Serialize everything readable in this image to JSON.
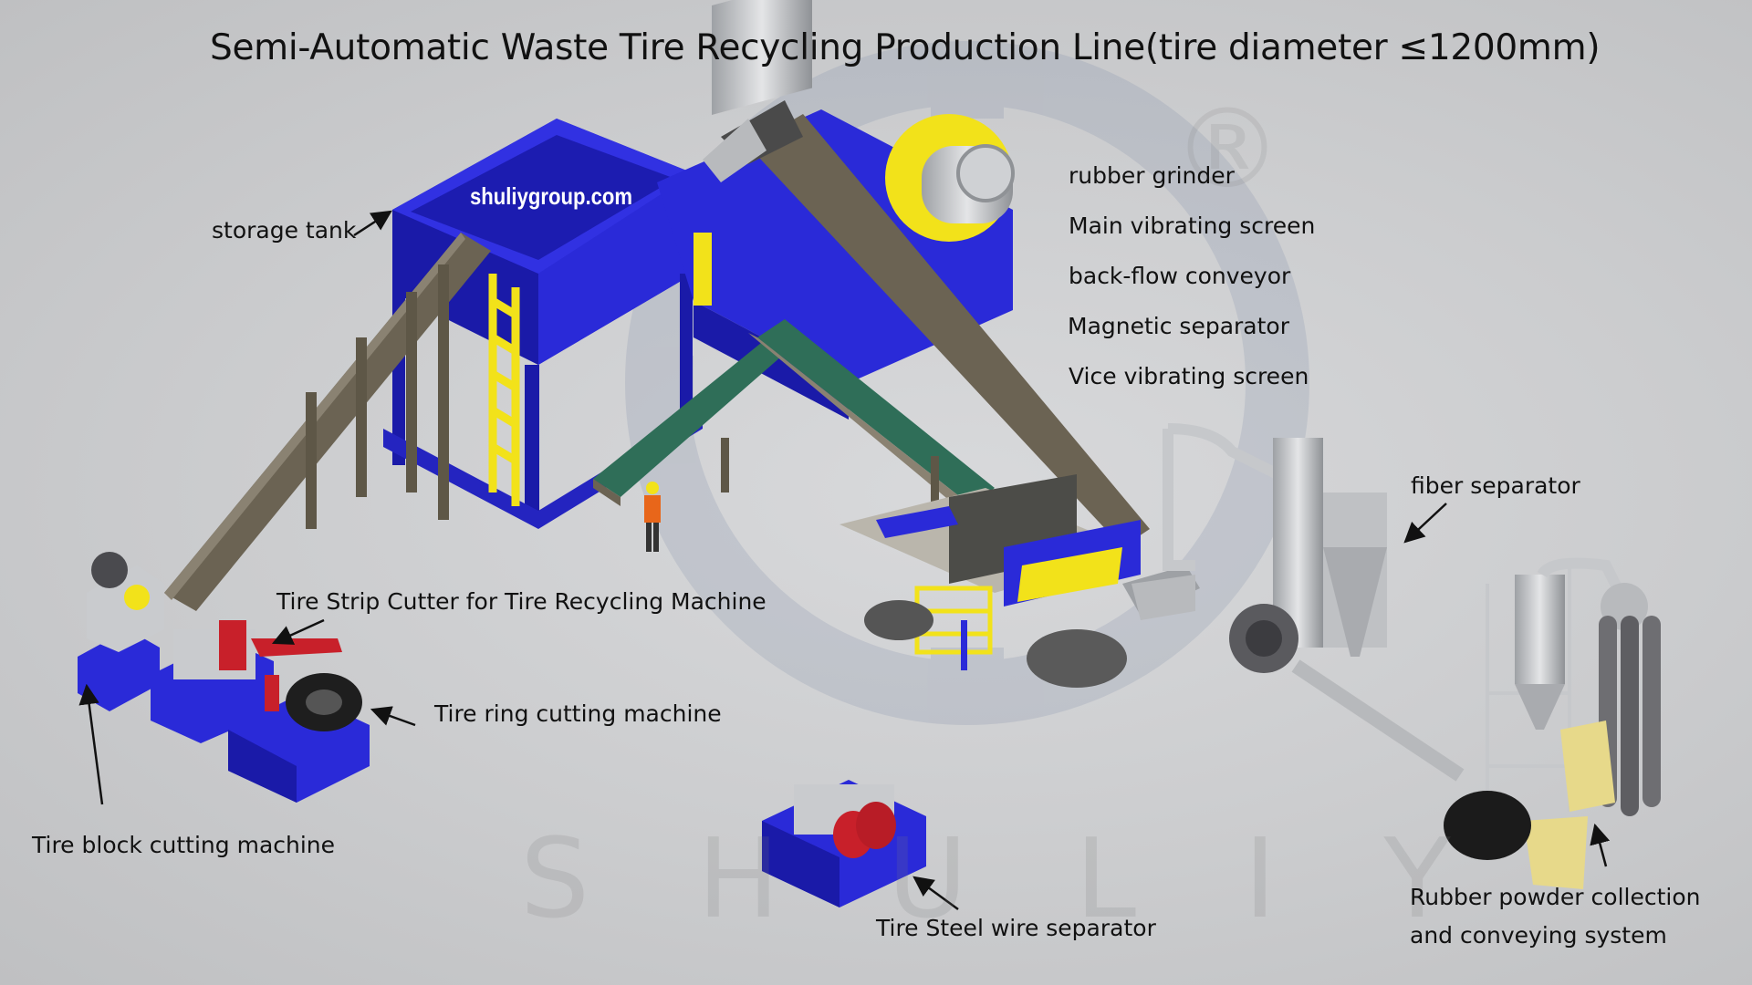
{
  "title": "Semi-Automatic Waste Tire Recycling Production Line(tire diameter ≤1200mm)",
  "website": "shuliygroup.com",
  "watermark": {
    "text": "SHULIY",
    "registered": "®"
  },
  "labels": {
    "storage_tank": "storage tank",
    "rubber_grinder": "rubber grinder",
    "main_vibrating_screen": "Main vibrating screen",
    "back_flow_conveyor": "back-flow conveyor",
    "magnetic_separator": "Magnetic separator",
    "vice_vibrating_screen": "Vice vibrating screen",
    "fiber_separator": "fiber separator",
    "tire_strip_cutter": "Tire Strip Cutter for Tire Recycling Machine",
    "tire_ring_cutting": "Tire ring cutting machine",
    "tire_block_cutting": "Tire block cutting machine",
    "steel_wire_separator": "Tire Steel wire separator",
    "powder_collection_line1": "Rubber powder collection",
    "powder_collection_line2": "and conveying system"
  },
  "colors": {
    "machine_blue": "#2a2ad8",
    "accent_yellow": "#f2e21a",
    "accent_red": "#c8202a",
    "conveyor_brown": "#6b6353",
    "belt_green": "#2f6e58",
    "steel_gray": "#b9bcc0"
  }
}
